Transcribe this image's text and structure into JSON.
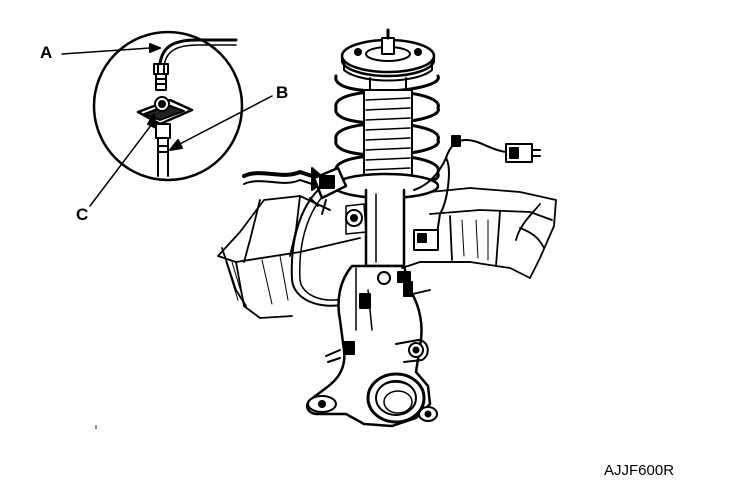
{
  "diagram": {
    "callouts": {
      "a": "A",
      "b": "B",
      "c": "C"
    },
    "figure_code": "AJJF600R",
    "parts": [
      "strut-mount",
      "coil-spring",
      "shock-absorber",
      "brake-hose",
      "hose-bracket",
      "hose-clip",
      "abs-sensor-harness",
      "steering-knuckle",
      "wheel-hub",
      "lower-control-arm"
    ]
  }
}
